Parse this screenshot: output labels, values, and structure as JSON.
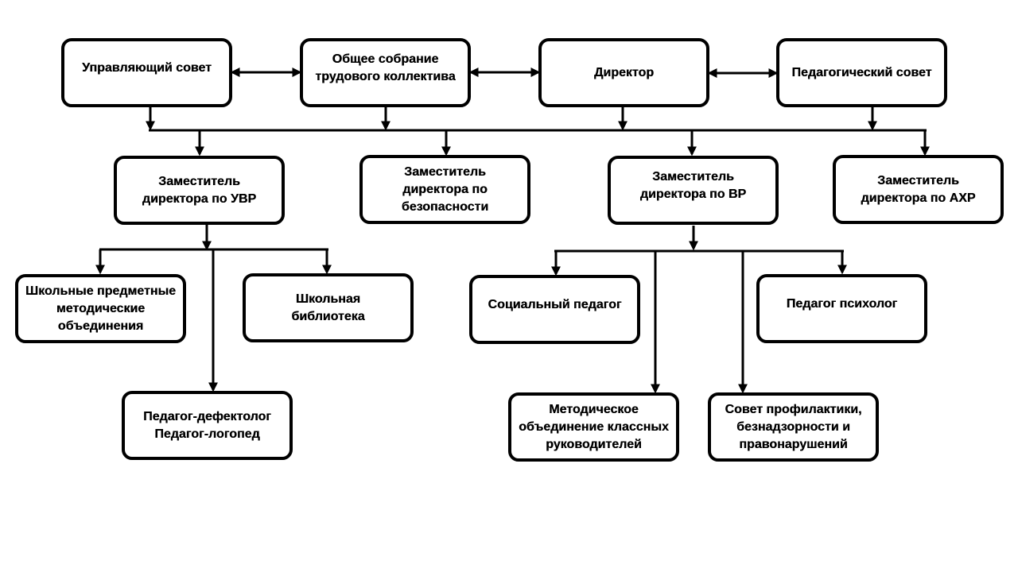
{
  "colors": {
    "line": "#000000",
    "box_border": "#000000",
    "box_fill": "#ffffff",
    "text": "#000000",
    "background": "#ffffff"
  },
  "nodes": {
    "governing_council": "Управляющий совет",
    "general_meeting": "Общее собрание\nтрудового коллектива",
    "director": "Директор",
    "pedagogical_council": "Педагогический совет",
    "deputy_uvr": "Заместитель\nдиректора по УВР",
    "deputy_security": "Заместитель\nдиректора по\nбезопасности",
    "deputy_vr": "Заместитель\nдиректора по ВР",
    "deputy_ahr": "Заместитель\nдиректора по АХР",
    "school_methodical_units": "Школьные предметные\nметодические\nобъединения",
    "school_library": "Школьная\nбиблиотека",
    "defectologist_speech_therapist": "Педагог-дефектолог\nПедагог-логопед",
    "social_pedagogue": "Социальный педагог",
    "psychologist": "Педагог психолог",
    "class_teachers_association": "Методическое\nобъединение классных\nруководителей",
    "prevention_council": "Совет профилактики,\nбезнадзорности и\nправонарушений"
  }
}
